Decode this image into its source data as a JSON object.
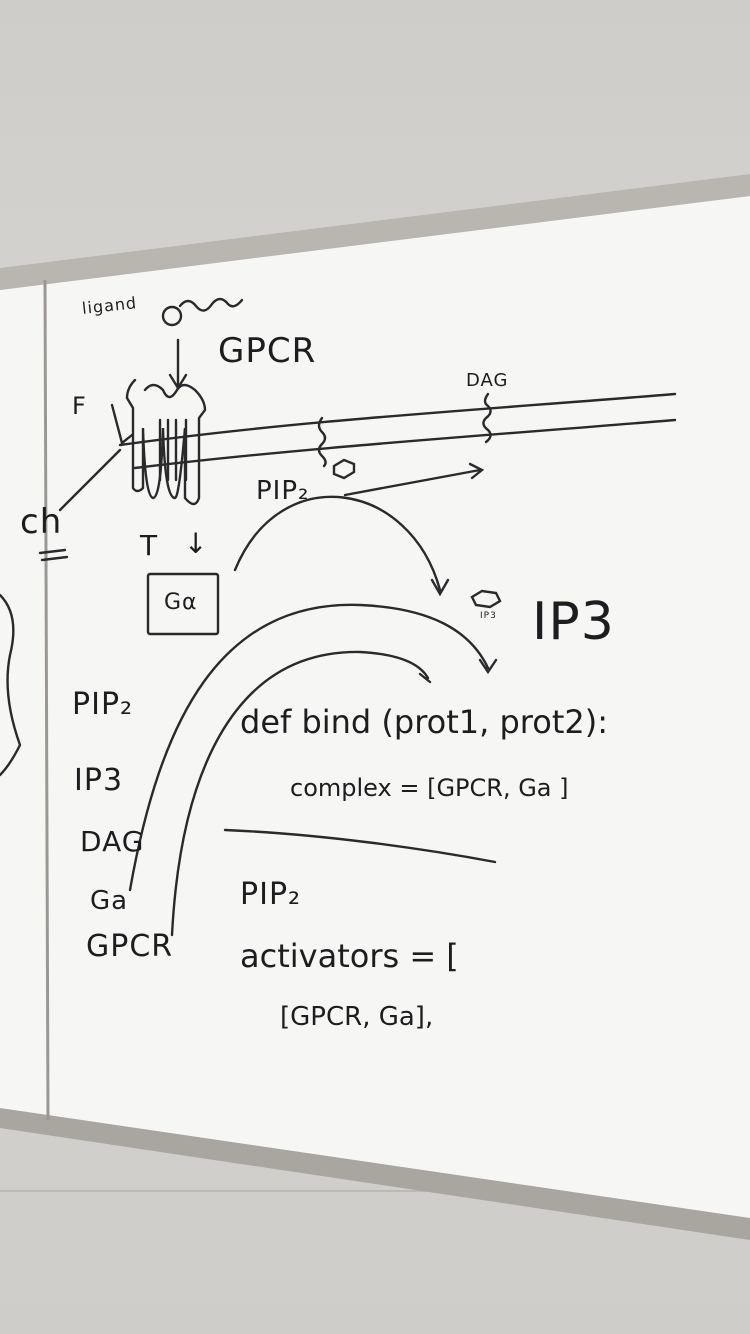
{
  "whiteboard": {
    "ligand": "ligand",
    "receptor": "GPCR",
    "label_f": "F",
    "label_ch": "ch",
    "dag_top": "DAG",
    "pip2_top": "PIP₂",
    "label_t": "T",
    "arrow_down": "↓",
    "g_alpha_box": "Gα",
    "ip3_big": "IP3",
    "ip3_small": "IP3",
    "list": [
      "PIP₂",
      "IP3",
      "DAG",
      "Ga",
      "GPCR"
    ],
    "code_def": "def bind (prot1, prot2):",
    "code_complex": "complex = [GPCR, Ga ]",
    "code_pip2": "PIP₂",
    "code_activators": "activators = [",
    "code_pair": "[GPCR, Ga],"
  }
}
